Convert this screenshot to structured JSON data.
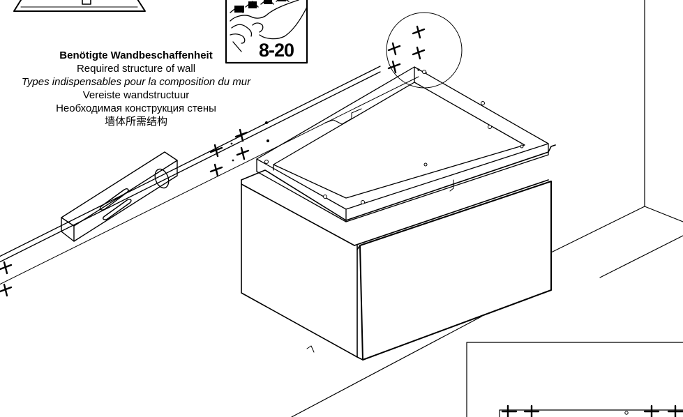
{
  "wall_structure": {
    "de": "Benötigte Wandbeschaffenheit",
    "en": "Required structure of wall",
    "fr": "Types indispensables pour la composition du mur",
    "nl": "Vereiste wandstructuur",
    "ru": "Необходимая конструкция стены",
    "zh": "墙体所需结构"
  },
  "anchor_badge": {
    "label": "8-20"
  },
  "colors": {
    "line": "#000000",
    "background": "#ffffff"
  },
  "icons": [
    "warning-triangle-icon",
    "wall-anchor-hand-icon",
    "spirit-level-icon",
    "drill-cross-icon"
  ]
}
